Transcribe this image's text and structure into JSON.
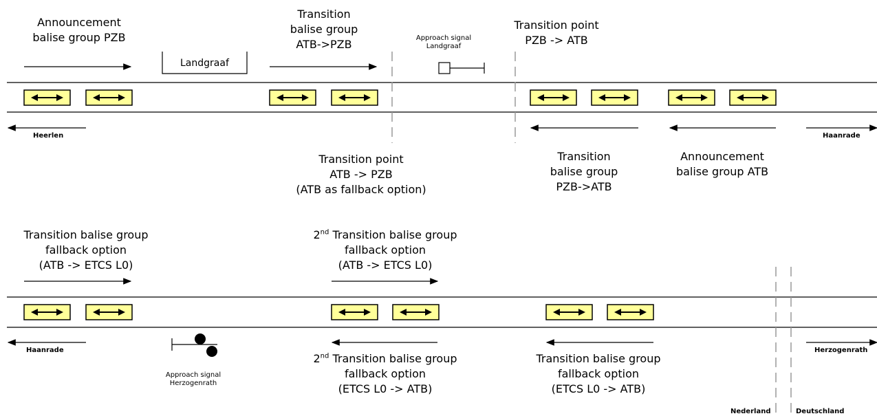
{
  "top": {
    "labels": {
      "announcement_pzb": [
        "Announcement",
        "balise group PZB"
      ],
      "transition_atb_pzb": [
        "Transition",
        "balise group",
        "ATB->PZB"
      ],
      "approach_landgraaf": [
        "Approach signal",
        "Landgraaf"
      ],
      "transition_point_pzb_atb": [
        "Transition point",
        "PZB -> ATB"
      ],
      "transition_point_atb_pzb": [
        "Transition point",
        "ATB -> PZB",
        "(ATB as fallback option)"
      ],
      "transition_pzb_atb": [
        "Transition",
        "balise group",
        "PZB->ATB"
      ],
      "announcement_atb": [
        "Announcement",
        "balise group ATB"
      ]
    },
    "station": "Landgraaf",
    "left_end": "Heerlen",
    "right_end": "Haanrade"
  },
  "bottom": {
    "labels": {
      "transition_fallback_left": [
        "Transition balise group",
        "fallback option",
        "(ATB -> ETCS L0)"
      ],
      "second_transition_top": {
        "sup": "nd",
        "line1_prefix": "2",
        "line1_rest": " Transition balise group",
        "line2": "fallback option",
        "line3": "(ATB -> ETCS L0)"
      },
      "second_transition_bottom": {
        "sup": "nd",
        "line1_prefix": "2",
        "line1_rest": " Transition balise group",
        "line2": "fallback option",
        "line3": "(ETCS L0 -> ATB)"
      },
      "transition_fallback_right": [
        "Transition balise group",
        "fallback option",
        "(ETCS L0 -> ATB)"
      ],
      "approach_herzogenrath": [
        "Approach signal",
        "Herzogenrath"
      ]
    },
    "left_end": "Haanrade",
    "right_end": "Herzogenrath",
    "border_left": "Nederland",
    "border_right": "Deutschland"
  },
  "colors": {
    "balise_fill": "#ffff99",
    "line": "#000000",
    "dashed": "#999999"
  }
}
